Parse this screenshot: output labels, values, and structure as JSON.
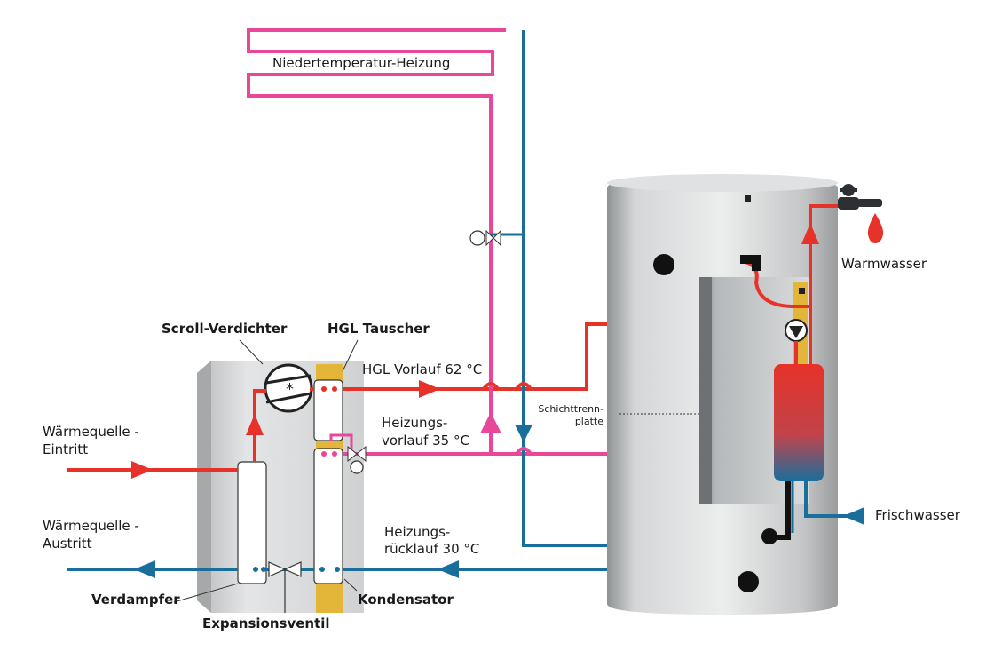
{
  "labels": {
    "niedertemperatur": "Niedertemperatur-Heizung",
    "scroll_verdichter": "Scroll-Verdichter",
    "hgl_tauscher": "HGL Tauscher",
    "hgl_vorlauf": "HGL Vorlauf 62 °C",
    "heizungsvorlauf_1": "Heizungs-",
    "heizungsvorlauf_2": "vorlauf 35 °C",
    "heizungsruecklauf_1": "Heizungs-",
    "heizungsruecklauf_2": "rücklauf 30 °C",
    "waermequelle_eintritt_1": "Wärmequelle -",
    "waermequelle_eintritt_2": "Eintritt",
    "waermequelle_austritt_1": "Wärmequelle -",
    "waermequelle_austritt_2": "Austritt",
    "verdampfer": "Verdampfer",
    "expansionsventil": "Expansionsventil",
    "kondensator": "Kondensator",
    "schichttrenn_1": "Schichttrenn-",
    "schichttrenn_2": "platte",
    "warmwasser": "Warmwasser",
    "frischwasser": "Frischwasser"
  },
  "colors": {
    "hot": "#e63228",
    "cold": "#1a6e9c",
    "floor": "#e8479a",
    "tank": "#c9cbcc",
    "accent": "#e3b63a"
  }
}
